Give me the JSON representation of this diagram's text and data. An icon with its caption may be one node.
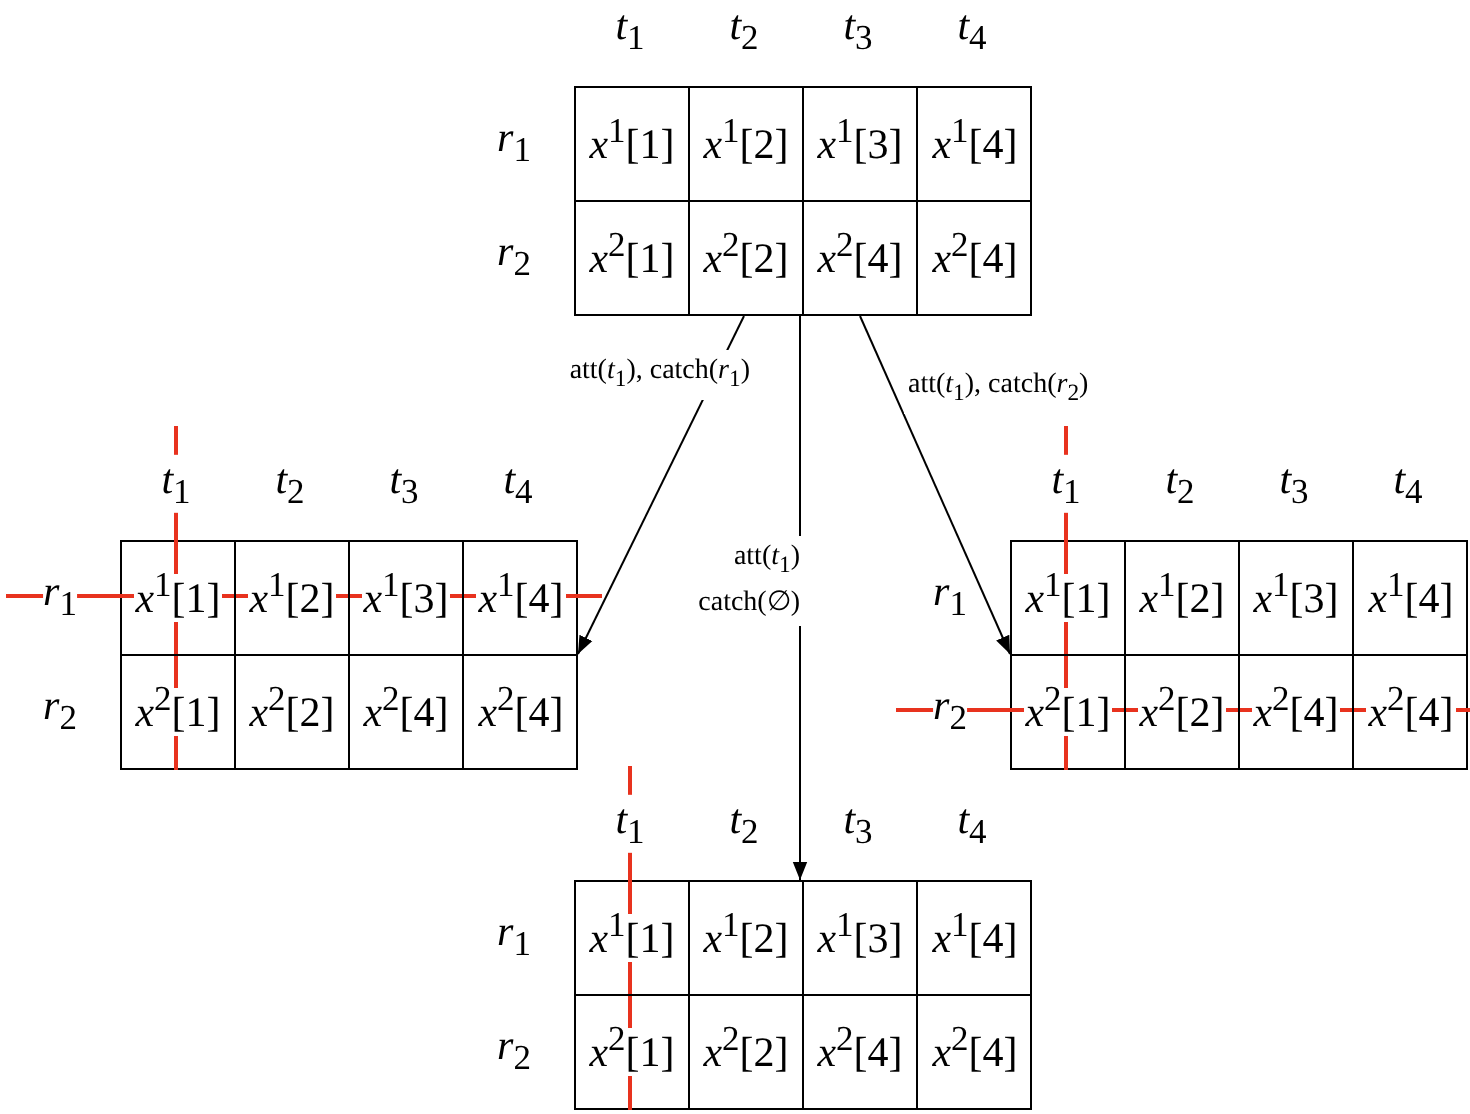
{
  "diagram": {
    "nodes": [
      {
        "text": [
          "*x*$^{1}$[1]",
          "*x*$^{1}$[2]",
          "*x*$^{1}$[3]",
          "*x*$^{1}$[4]",
          "*x*$^{2}$[1]",
          "*x*$^{2}$[2]",
          "*x*$^{2}$[4]",
          "*x*$^{2}$[4]"
        ]
      },
      {
        "text": [
          "*x*$^{1}$[1]",
          "*x*$^{1}$[2]",
          "*x*$^{1}$[3]",
          "*x*$^{1}$[4]",
          "*x*$^{2}$[1]",
          "*x*$^{2}$[2]",
          "*x*$^{2}$[4]",
          "*x*$^{2}$[4]"
        ]
      },
      {
        "text": [
          "*x*$^{1}$[1]",
          "*x*$^{1}$[2]",
          "*x*$^{1}$[3]",
          "*x*$^{1}$[4]",
          "*x*$^{2}$[1]",
          "*x*$^{2}$[2]",
          "*x*$^{2}$[4]",
          "*x*$^{2}$[4]"
        ]
      },
      {
        "text": [
          "*x*$^{1}$[1]",
          "*x*$^{1}$[2]",
          "*x*$^{1}$[3]",
          "*x*$^{1}$[4]",
          "*x*$^{2}$[1]",
          "*x*$^{2}$[2]",
          "*x*$^{2}$[4]",
          "*x*$^{2}$[4]"
        ]
      }
    ],
    "edges": [
      {
        "from": 0,
        "to": 1,
        "arrow": "to",
        "label": "att(*t*$_{1}$), catch(*r*$_{1}$)"
      },
      {
        "from": 0,
        "to": 3,
        "arrow": "to",
        "label": "att(*t*$_{1}$) catch(∅)"
      },
      {
        "from": 0,
        "to": 2,
        "arrow": "to",
        "label": "att(*t*$_{1}$), catch(*r*$_{2}$)"
      }
    ],
    "labels": [
      "*t*$_{1}$",
      "*t*$_{2}$",
      "*t*$_{3}$",
      "*t*$_{4}$",
      "*r*$_{1}$",
      "*r*$_{2}$",
      "*t*$_{1}$",
      "*t*$_{2}$",
      "*t*$_{3}$",
      "*t*$_{4}$",
      "*r*$_{1}$",
      "*r*$_{2}$",
      "*t*$_{1}$",
      "*t*$_{2}$",
      "*t*$_{3}$",
      "*t*$_{4}$",
      "*r*$_{1}$",
      "*r*$_{2}$",
      "*t*$_{1}$",
      "*t*$_{2}$",
      "*t*$_{3}$",
      "*t*$_{4}$",
      "*r*$_{1}$",
      "*r*$_{2}$"
    ]
  }
}
